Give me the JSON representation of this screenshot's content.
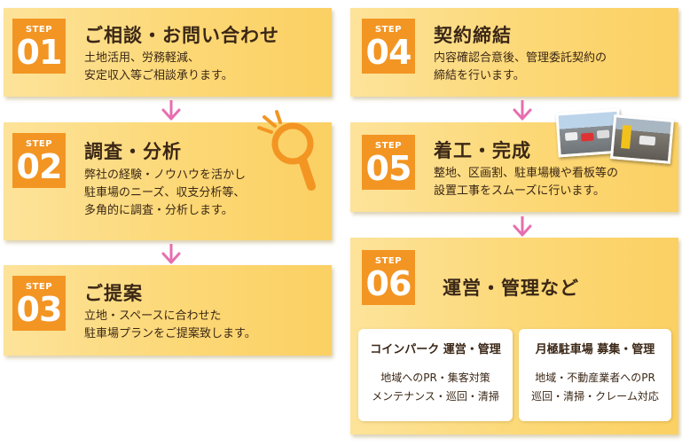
{
  "step_label": "STEP",
  "steps": [
    {
      "num": "01",
      "title": "ご相談・お問い合わせ",
      "lines": [
        "土地活用、労務軽減、",
        "安定収入等ご相談承ります。"
      ]
    },
    {
      "num": "02",
      "title": "調査・分析",
      "lines": [
        "弊社の経験・ノウハウを活かし",
        "駐車場のニーズ、収支分析等、",
        "多角的に調査・分析します。"
      ]
    },
    {
      "num": "03",
      "title": "ご提案",
      "lines": [
        "立地・スペースに合わせた",
        "駐車場プランをご提案致します。"
      ]
    },
    {
      "num": "04",
      "title": "契約締結",
      "lines": [
        "内容確認合意後、管理委託契約の",
        "締結を行います。"
      ]
    },
    {
      "num": "05",
      "title": "着工・完成",
      "lines": [
        "整地、区画割、駐車場機や看板等の",
        "設置工事をスムーズに行います。"
      ]
    },
    {
      "num": "06",
      "title": "運営・管理など",
      "lines": []
    }
  ],
  "services": [
    {
      "title": "コインパーク 運営・管理",
      "lines": [
        "地域へのPR・集客対策",
        "メンテナンス・巡回・清掃"
      ]
    },
    {
      "title": "月極駐車場 募集・管理",
      "lines": [
        "地域・不動産業者へのPR",
        "巡回・清掃・クレーム対応"
      ]
    }
  ],
  "icons": {
    "magnifier": "magnifier-icon",
    "arrow": "arrow-down-icon"
  },
  "colors": {
    "badge": "#f39523",
    "arrow": "#e66fb0",
    "card": "#fcd876"
  }
}
